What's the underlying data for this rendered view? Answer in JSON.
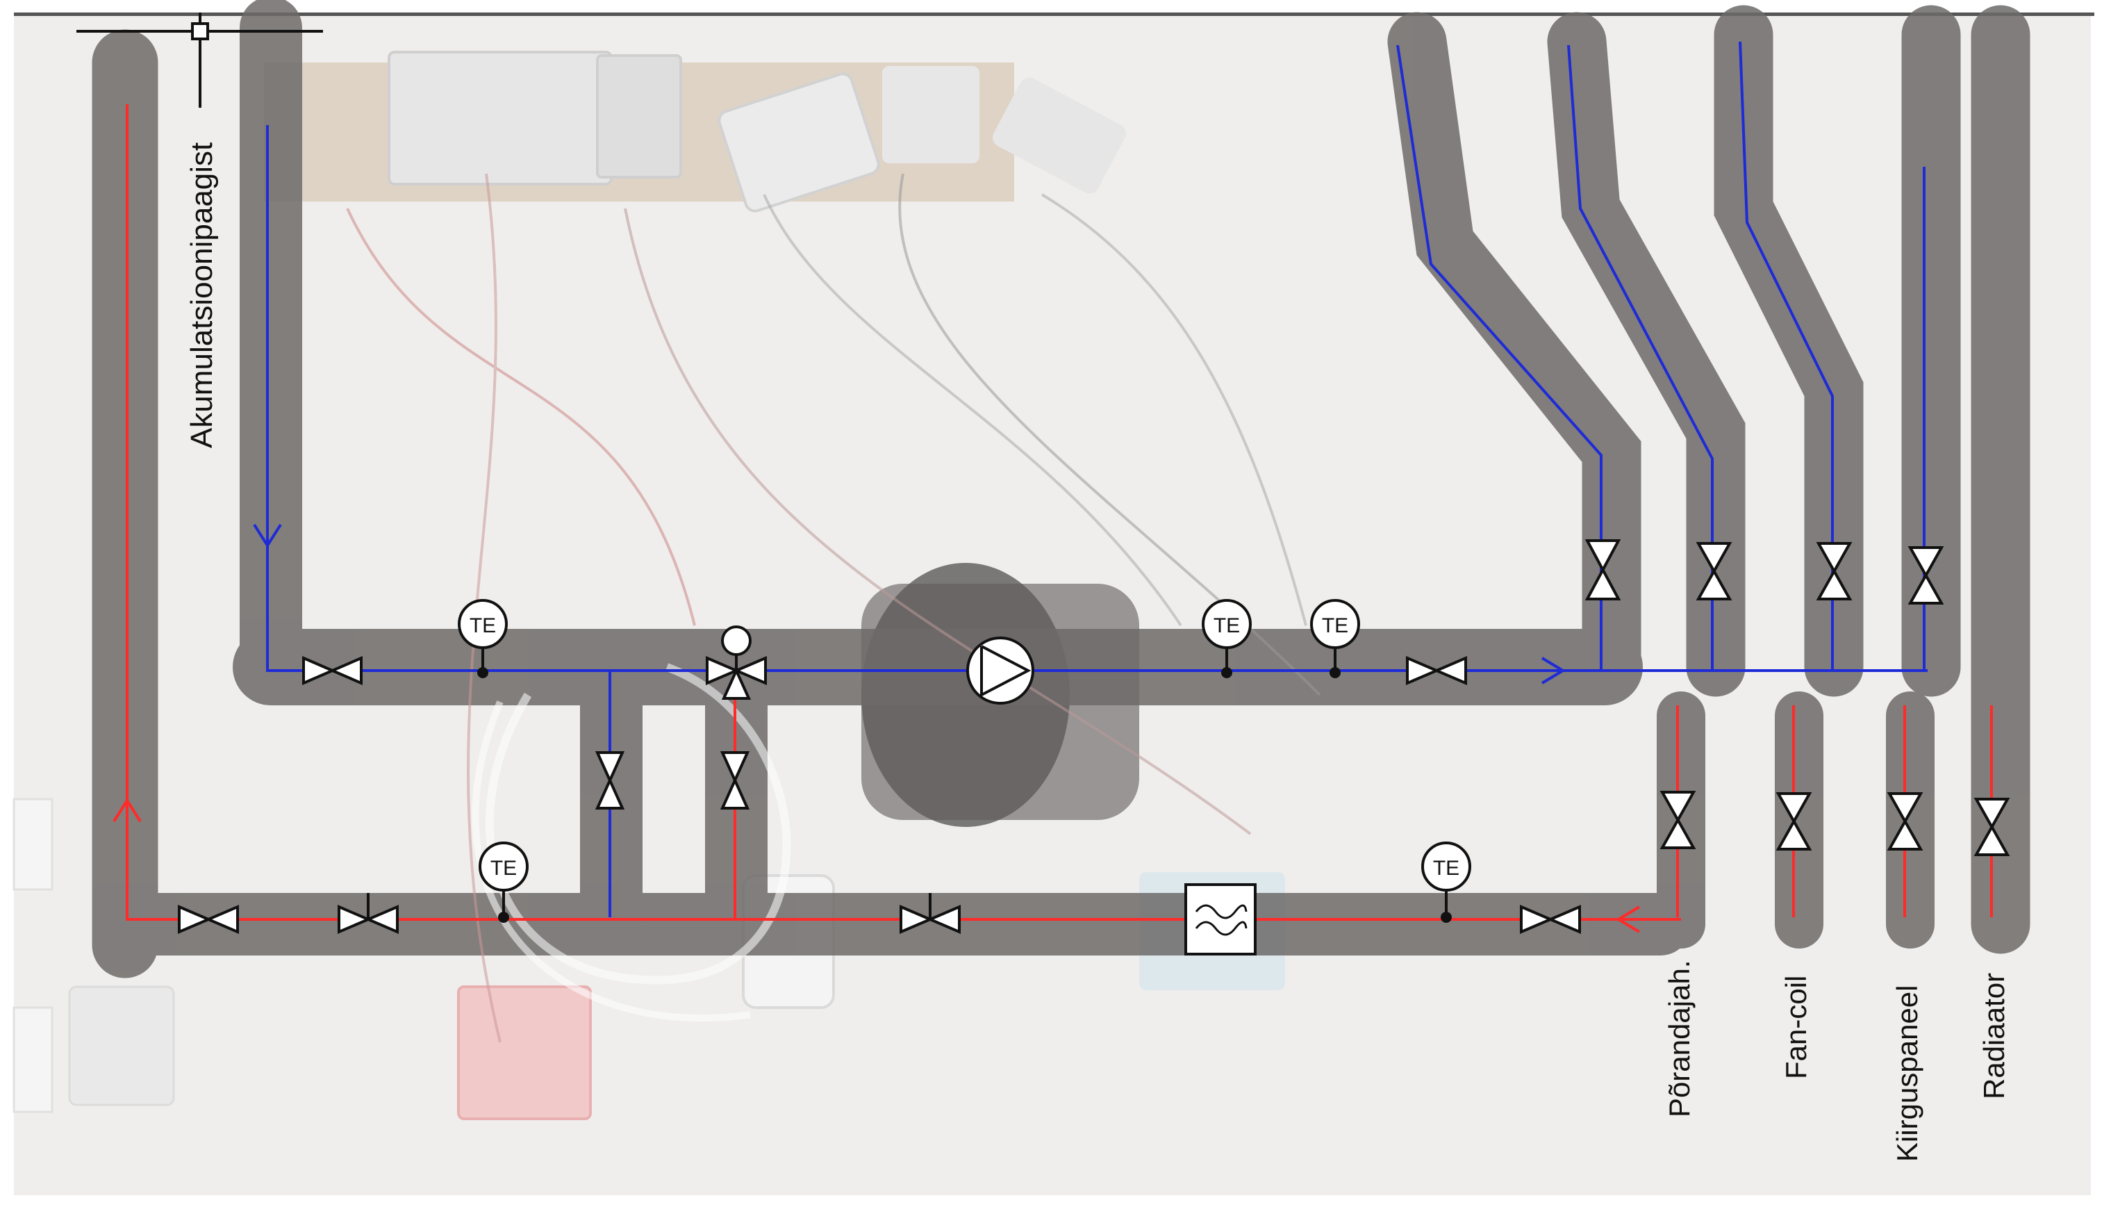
{
  "labels": {
    "source": "Akumulatsioonipaagist",
    "sensor": "TE",
    "loop1": "Põrandajah.",
    "loop2": "Fan-coil",
    "loop3": "Kiirguspaneel",
    "loop4": "Radiaator"
  },
  "colors": {
    "supply": "#ff2a2a",
    "return": "#1e2bd6",
    "symbol": "#111111",
    "photo_bg": "#efeeec",
    "insulation": "#6d6a69"
  },
  "icons": [
    "gate-valve-icon",
    "three-way-valve-icon",
    "temperature-sensor-icon",
    "circulation-pump-icon",
    "flow-meter-icon",
    "flow-arrow-icon"
  ]
}
